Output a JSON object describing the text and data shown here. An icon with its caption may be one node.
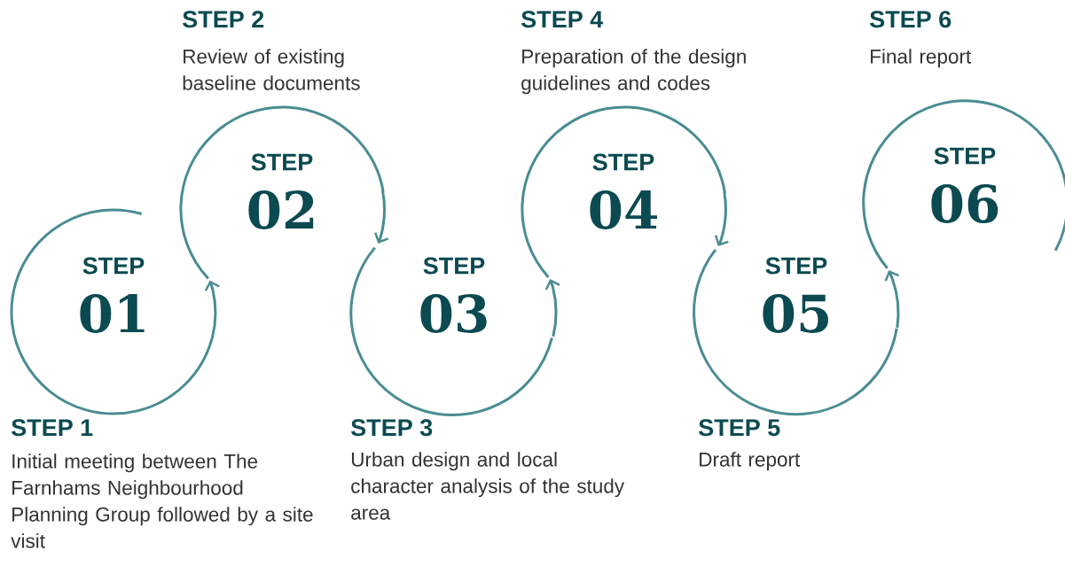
{
  "diagram": {
    "nodes": [
      {
        "text": [
          "STEP",
          "01"
        ],
        "beside": [
          "STEP 1",
          "Initial meeting between The Farnhams Neighbourhood Planning Group followed by a site visit"
        ]
      },
      {
        "text": [
          "STEP",
          "02"
        ],
        "beside": [
          "STEP 2",
          "Review of existing baseline documents"
        ]
      },
      {
        "text": [
          "STEP",
          "03"
        ],
        "beside": [
          "STEP 3",
          "Urban design and local character analysis of the study area"
        ]
      },
      {
        "text": [
          "STEP",
          "04"
        ],
        "beside": [
          "STEP 4",
          "Preparation of the design guidelines and codes"
        ]
      },
      {
        "text": [
          "STEP",
          "05"
        ],
        "beside": [
          "STEP 5",
          "Draft report"
        ]
      },
      {
        "text": [
          "STEP",
          "06"
        ],
        "beside": [
          "STEP 6",
          "Final report"
        ]
      }
    ],
    "edges": [
      {
        "from": 0,
        "to": 1,
        "arrow": "to"
      },
      {
        "from": 1,
        "to": 2,
        "arrow": "to"
      },
      {
        "from": 2,
        "to": 3,
        "arrow": "to"
      },
      {
        "from": 3,
        "to": 4,
        "arrow": "to"
      },
      {
        "from": 4,
        "to": 5,
        "arrow": "to"
      }
    ]
  }
}
